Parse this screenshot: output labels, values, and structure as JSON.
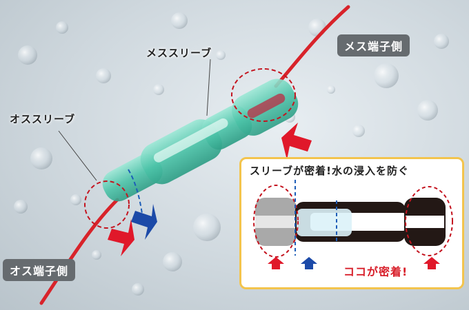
{
  "labels": {
    "female_sleeve": "メススリーブ",
    "male_sleeve": "オススリーブ",
    "female_side": "メス端子側",
    "male_side": "オス端子側"
  },
  "inset": {
    "title": "スリーブが密着!水の浸入を防ぐ",
    "bottom_text": "ココが密着!"
  },
  "colors": {
    "wire": "#d8232a",
    "sleeve": "#5fcfb4",
    "arrow_red": "#e0182a",
    "arrow_blue": "#1c4aa8",
    "dashed_red": "#c4141f",
    "dashed_blue": "#1d5db8",
    "inset_border": "#f3c44d",
    "terminal_dark": "#231815"
  }
}
